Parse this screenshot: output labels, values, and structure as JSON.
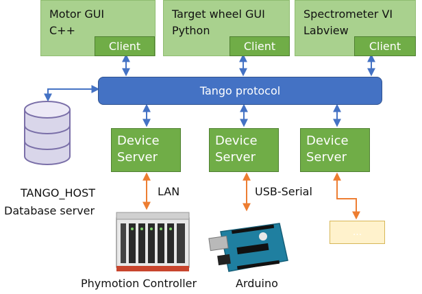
{
  "clients": [
    {
      "title": "Motor GUI\nC++",
      "tag": "Client"
    },
    {
      "title": "Target wheel GUI\nPython",
      "tag": "Client"
    },
    {
      "title": "Spectrometer VI\nLabview",
      "tag": "Client"
    }
  ],
  "tango": {
    "label": "Tango protocol"
  },
  "device_servers": [
    {
      "label": "Device\nServer"
    },
    {
      "label": "Device\nServer"
    },
    {
      "label": "Device\nServer"
    }
  ],
  "database": {
    "line1": "TANGO_HOST",
    "line2": "Database server"
  },
  "links": {
    "lan": "LAN",
    "usb": "USB-Serial"
  },
  "hardware": {
    "phymotion": "Phymotion Controller",
    "arduino": "Arduino",
    "other": "..."
  },
  "colors": {
    "client_box": "#a9d18e",
    "client_tag": "#70ad47",
    "tango_bar": "#4472c4",
    "device_server": "#70ad47",
    "blue_arrow": "#4472c4",
    "orange_link": "#ed7d31",
    "other_box": "#fff2cc"
  }
}
